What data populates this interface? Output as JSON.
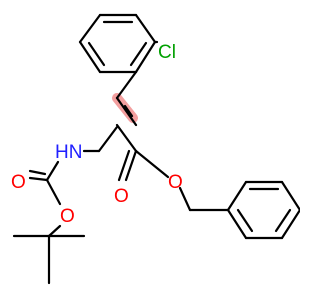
{
  "atoms": {
    "chlorine": "Cl",
    "amide_nitrogen": "HN",
    "carbamate_carbonyl_oxygen": "O",
    "carbamate_ester_oxygen": "O",
    "ester_carbonyl_oxygen": "O",
    "ester_oxygen": "O"
  },
  "colors": {
    "chlorine": "#00a000",
    "nitrogen": "#2020ff",
    "oxygen": "#ff0000",
    "bond": "#000000",
    "highlight": "#f08080"
  }
}
